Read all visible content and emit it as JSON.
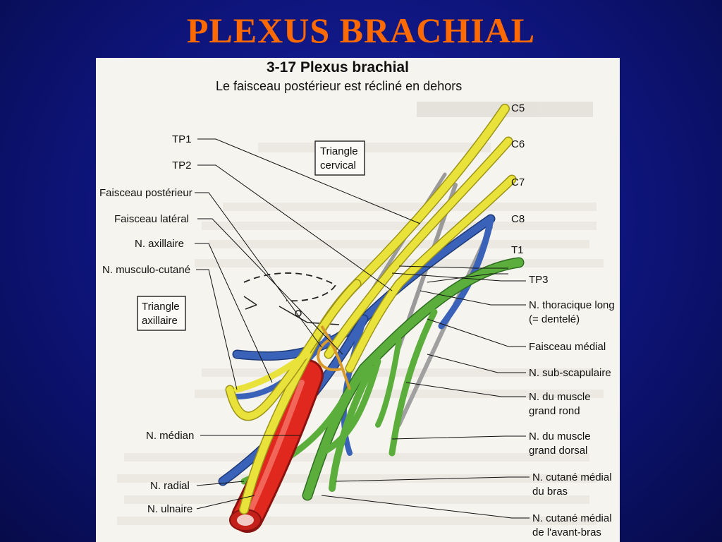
{
  "slide_title": "PLEXUS BRACHIAL",
  "figure": {
    "number_title": "3-17 Plexus brachial",
    "subtitle": "Le faisceau postérieur est récliné en dehors",
    "boxed_labels": {
      "triangle_cervical": [
        "Triangle",
        "cervical"
      ],
      "triangle_axillaire": [
        "Triangle",
        "axillaire"
      ]
    },
    "left_labels": {
      "tp1": "TP1",
      "tp2": "TP2",
      "faisceau_posterieur": "Faisceau postérieur",
      "faisceau_lateral": "Faisceau latéral",
      "n_axillaire": "N. axillaire",
      "n_musculo_cutane": "N. musculo-cutané",
      "n_median": "N. médian",
      "n_radial": "N. radial",
      "n_ulnaire": "N. ulnaire"
    },
    "right_labels": {
      "c5": "C5",
      "c6": "C6",
      "c7": "C7",
      "c8": "C8",
      "t1": "T1",
      "tp3": "TP3",
      "n_thoracique_long": [
        "N. thoracique long",
        "(= dentelé)"
      ],
      "faisceau_medial": "Faisceau médial",
      "n_sub_scapulaire": "N. sub-scapulaire",
      "n_muscle_grand_rond": [
        "N. du muscle",
        "grand rond"
      ],
      "n_muscle_grand_dorsal": [
        "N. du muscle",
        "grand dorsal"
      ],
      "n_cutane_medial_bras": [
        "N. cutané médial",
        "du bras"
      ],
      "n_cutane_medial_avant_bras": [
        "N. cutané médial",
        "de l'avant-bras"
      ]
    }
  },
  "colors": {
    "title": "#ff6a00",
    "background": "#0d1478",
    "nerve_yellow": "#e9e23a",
    "nerve_blue": "#3a62b8",
    "nerve_green": "#5cae3c",
    "artery_red": "#e0281e"
  }
}
